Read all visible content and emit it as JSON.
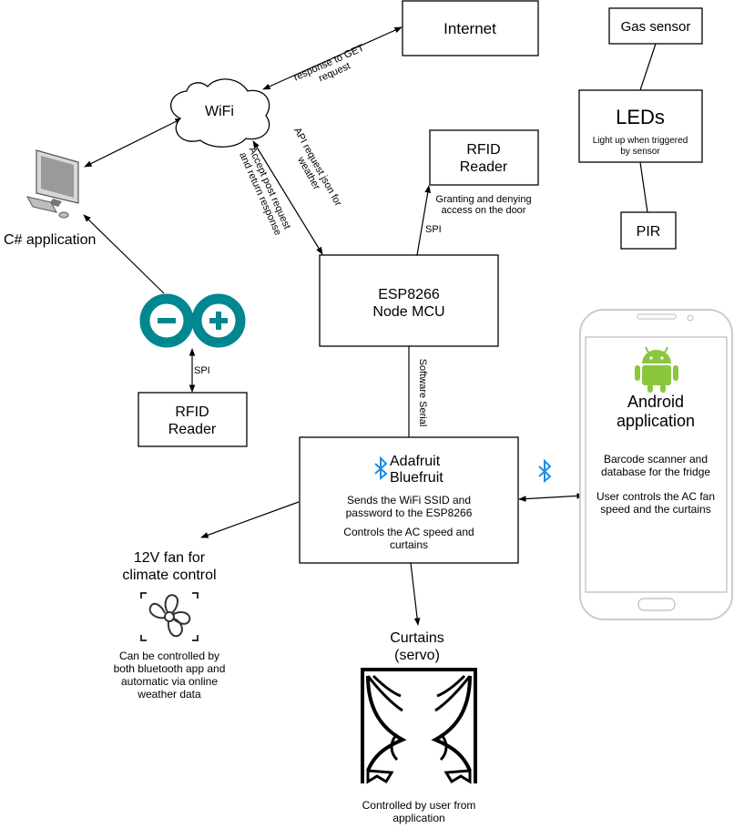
{
  "nodes": {
    "internet": "Internet",
    "wifi": "WiFi",
    "csharp": "C# application",
    "rfid_top": [
      "RFID",
      "Reader"
    ],
    "rfid_top_note": [
      "Granting and denying",
      "access on the door"
    ],
    "esp": [
      "ESP8266",
      "Node MCU"
    ],
    "rfid_bottom": [
      "RFID",
      "Reader"
    ],
    "gas": "Gas sensor",
    "leds": "LEDs",
    "leds_note": [
      "Light up when triggered",
      "by sensor"
    ],
    "pir": "PIR",
    "ada_title": [
      "Adafruit",
      "Bluefruit"
    ],
    "ada_line1": [
      "Sends the WiFi SSID and",
      "password to the ESP8266"
    ],
    "ada_line2": [
      "Controls the AC speed and",
      "curtains"
    ],
    "android_title": [
      "Android",
      "application"
    ],
    "android_line1": [
      "Barcode scanner and",
      "database for the fridge"
    ],
    "android_line2": [
      "User controls the AC fan",
      "speed and the curtains"
    ],
    "fan_title": [
      "12V fan for",
      "climate control"
    ],
    "fan_note": [
      "Can be controlled by",
      "both bluetooth app and",
      "automatic via online",
      "weather data"
    ],
    "curtains_title": [
      "Curtains",
      "(servo)"
    ],
    "curtains_note": [
      "Controlled by user from",
      "application"
    ]
  },
  "edges": {
    "internet_wifi": [
      "response to GET",
      "request"
    ],
    "esp_wifi_api": [
      "API request json for",
      "weather"
    ],
    "wifi_esp_post": [
      "Accept post request",
      "and return response"
    ],
    "esp_rfid_spi": "SPI",
    "arduino_rfid_spi": "SPI",
    "esp_ada_serial": "Software Serial"
  },
  "icons": {
    "computer": "computer-icon",
    "arduino": "arduino-logo-icon",
    "bluetooth": "bluetooth-icon",
    "android": "android-robot-icon",
    "fan": "fan-icon",
    "curtains": "curtains-icon",
    "phone": "smartphone-frame-icon"
  },
  "colors": {
    "arduino": "#00878F",
    "bluetooth": "#1D8CE0",
    "android": "#8CC63F"
  }
}
